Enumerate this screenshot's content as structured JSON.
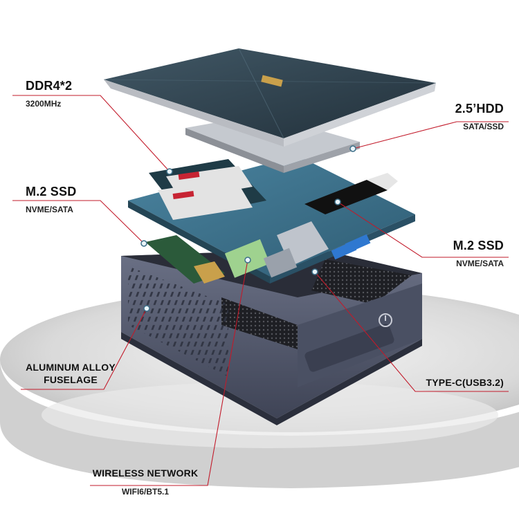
{
  "callouts": {
    "ddr4": {
      "title": "DDR4*2",
      "sub": "3200MHz"
    },
    "hdd": {
      "title": "2.5’HDD",
      "sub": "SATA/SSD"
    },
    "m2_left": {
      "title": "M.2 SSD",
      "sub": "NVME/SATA"
    },
    "m2_right": {
      "title": "M.2 SSD",
      "sub": "NVME/SATA"
    },
    "aluminum": {
      "title_line1": "ALUMINUM ALLOY",
      "title_line2": "FUSELAGE"
    },
    "typec": {
      "title": "TYPE-C(USB3.2)"
    },
    "wireless": {
      "title": "WIRELESS NETWORK",
      "sub": "WIFI6/BT5.1"
    }
  },
  "colors": {
    "lid": "#2e3f4c",
    "pcb": "#3d6f88",
    "case": "#5a6075",
    "leader": "#c21a2a"
  }
}
